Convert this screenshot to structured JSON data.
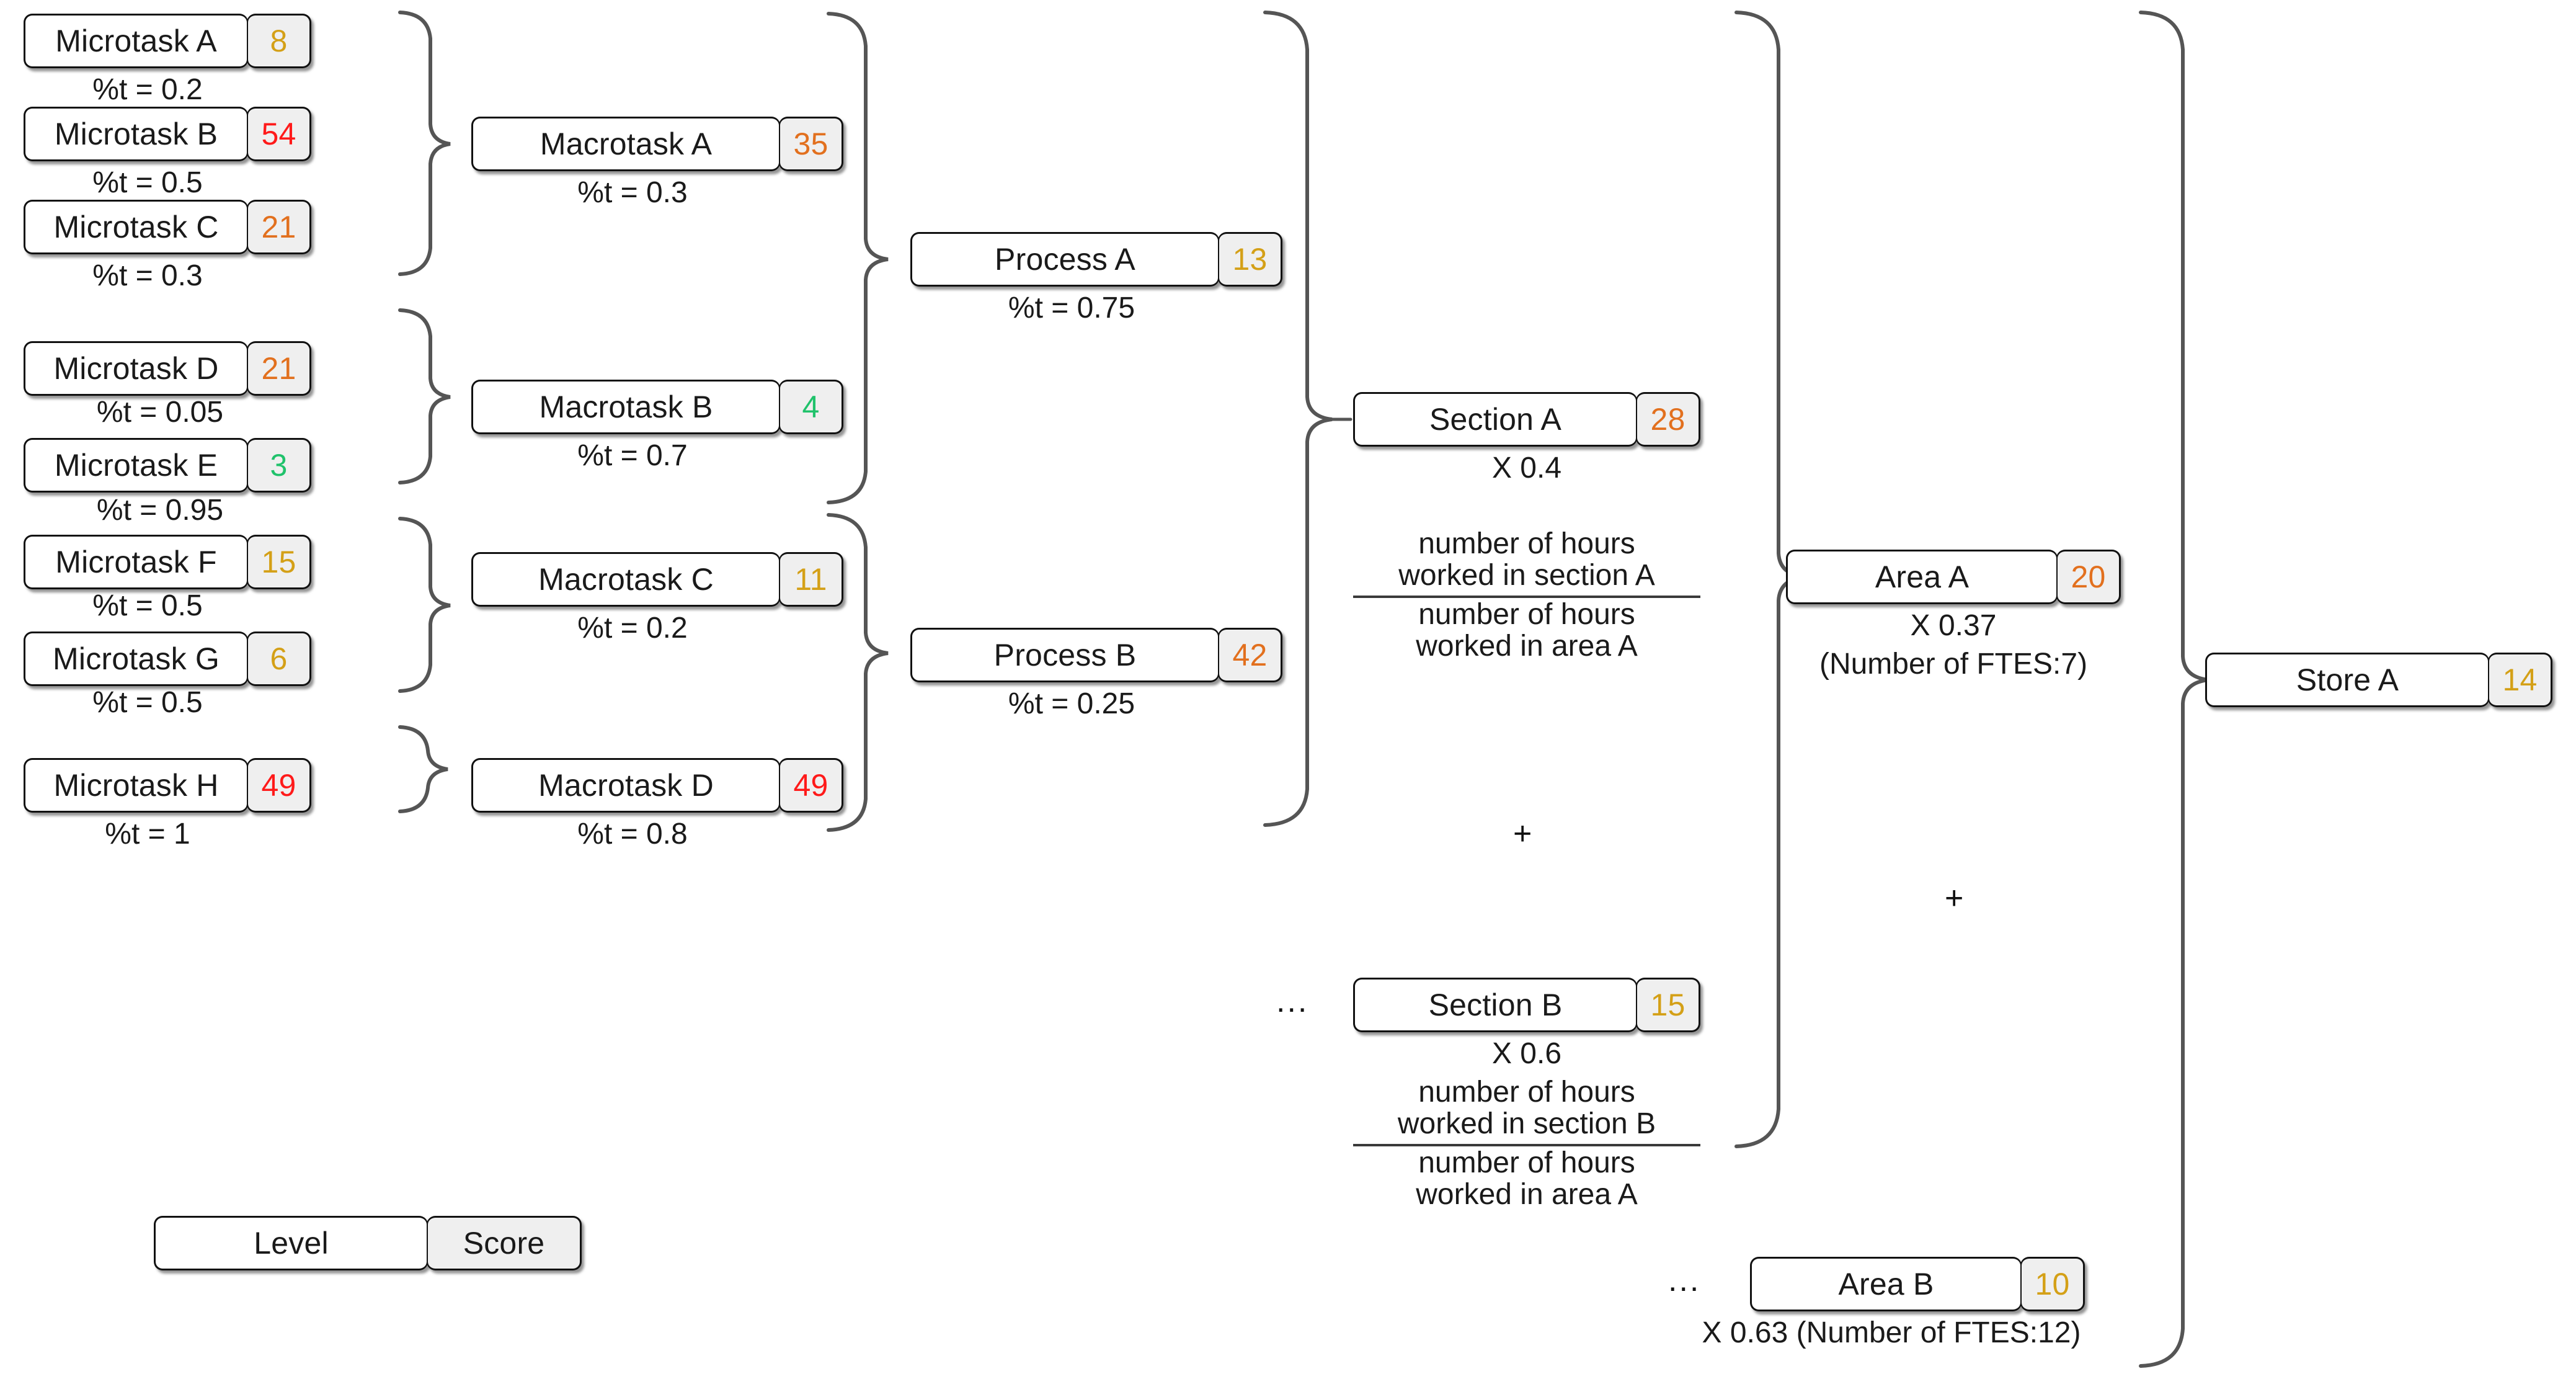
{
  "diagram": {
    "title_legend": {
      "level_label": "Level",
      "score_label": "Score"
    },
    "colors": {
      "score_red": "#ff1a1a",
      "score_orange": "#e2701e",
      "score_gold": "#d4a017",
      "score_green": "#20c26b",
      "node_border": "#111111",
      "score_fill": "#efefef",
      "brace": "#555555"
    },
    "levels": {
      "microtask": "Microtask",
      "macrotask": "Macrotask",
      "process": "Process",
      "section": "Section",
      "area": "Area",
      "store": "Store"
    },
    "microtasks": [
      {
        "label": "Microtask A",
        "score": "8",
        "color": "score_gold",
        "caption": "%t = 0.2"
      },
      {
        "label": "Microtask B",
        "score": "54",
        "color": "score_red",
        "caption": "%t = 0.5"
      },
      {
        "label": "Microtask C",
        "score": "21",
        "color": "score_orange",
        "caption": "%t = 0.3"
      },
      {
        "label": "Microtask D",
        "score": "21",
        "color": "score_orange",
        "caption": "%t = 0.05"
      },
      {
        "label": "Microtask E",
        "score": "3",
        "color": "score_green",
        "caption": "%t = 0.95"
      },
      {
        "label": "Microtask F",
        "score": "15",
        "color": "score_gold",
        "caption": "%t = 0.5"
      },
      {
        "label": "Microtask G",
        "score": "6",
        "color": "score_gold",
        "caption": "%t = 0.5"
      },
      {
        "label": "Microtask H",
        "score": "49",
        "color": "score_red",
        "caption": "%t = 1"
      }
    ],
    "macrotasks": [
      {
        "label": "Macrotask A",
        "score": "35",
        "color": "score_orange",
        "caption": "%t = 0.3"
      },
      {
        "label": "Macrotask B",
        "score": "4",
        "color": "score_green",
        "caption": "%t = 0.7"
      },
      {
        "label": "Macrotask C",
        "score": "11",
        "color": "score_gold",
        "caption": "%t = 0.2"
      },
      {
        "label": "Macrotask D",
        "score": "49",
        "color": "score_red",
        "caption": "%t = 0.8"
      }
    ],
    "processes": [
      {
        "label": "Process A",
        "score": "13",
        "color": "score_gold",
        "caption": "%t = 0.75"
      },
      {
        "label": "Process B",
        "score": "42",
        "color": "score_orange",
        "caption": "%t = 0.25"
      }
    ],
    "sections": [
      {
        "label": "Section A",
        "score": "28",
        "color": "score_orange",
        "multiplier": "X 0.4",
        "fraction_numerator": "number of hours\nworked in section A",
        "fraction_denominator": "number of hours\nworked in area A",
        "leading_dots": ""
      },
      {
        "label": "Section B",
        "score": "15",
        "color": "score_gold",
        "multiplier": "X 0.6",
        "fraction_numerator": "number of hours\nworked in section B",
        "fraction_denominator": "number of hours\nworked in area A",
        "leading_dots": "..."
      }
    ],
    "areas": [
      {
        "label": "Area A",
        "score": "20",
        "color": "score_orange",
        "multiplier": "X 0.37",
        "ftes": "(Number of FTES:7)",
        "leading_dots": ""
      },
      {
        "label": "Area B",
        "score": "10",
        "color": "score_gold",
        "multiplier": "X 0.63 (Number of FTES:12)",
        "ftes": "",
        "leading_dots": "..."
      }
    ],
    "stores": [
      {
        "label": "Store A",
        "score": "14",
        "color": "score_gold"
      }
    ],
    "operators": [
      {
        "symbol": "+",
        "note": "sum of sections into area A"
      },
      {
        "symbol": "+",
        "note": "sum of areas into store A"
      }
    ]
  }
}
